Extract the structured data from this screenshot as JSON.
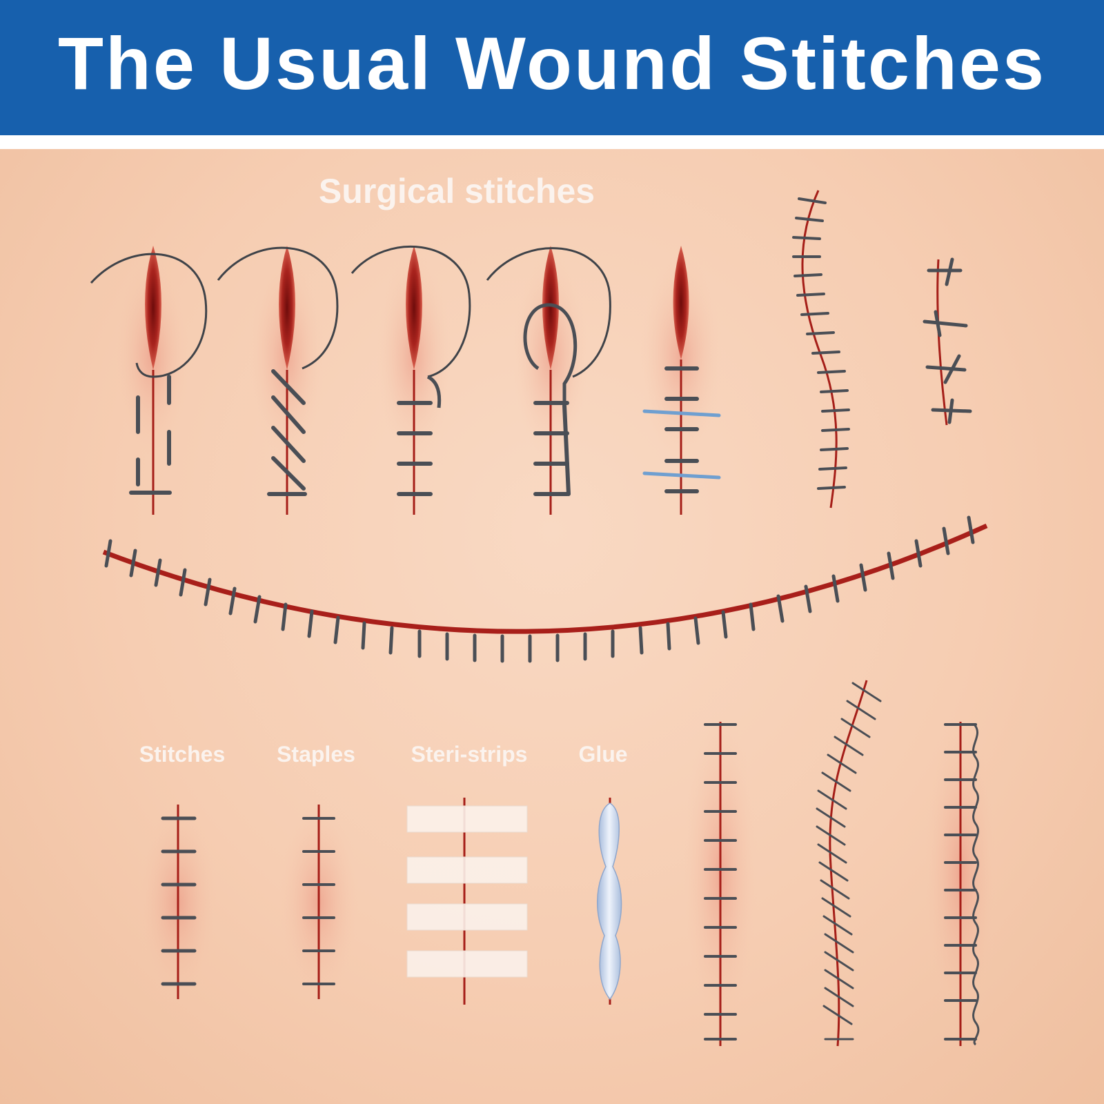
{
  "title": "The Usual Wound Stitches",
  "section_title": "Surgical stitches",
  "closure_labels": {
    "stitches": "Stitches",
    "staples": "Staples",
    "steri_strips": "Steri-strips",
    "glue": "Glue"
  },
  "colors": {
    "header": "#1760ad",
    "skin": "#f6cdb2",
    "wound": "#9b1b16",
    "suture": "#4a4e55",
    "blue_suture": "#6f9fd0",
    "label": "#fbf3ee"
  }
}
